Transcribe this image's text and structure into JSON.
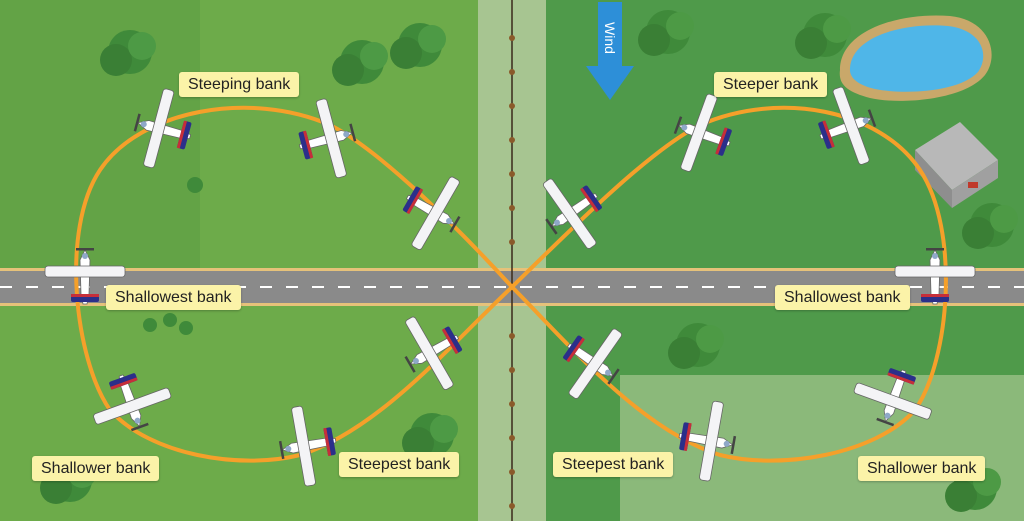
{
  "labels": {
    "steeping_bank": "Steeping bank",
    "steeper_bank": "Steeper bank",
    "shallowest_bank_left": "Shallowest bank",
    "shallowest_bank_right": "Shallowest bank",
    "shallower_bank_left": "Shallower bank",
    "shallower_bank_right": "Shallower bank",
    "steepest_bank_left": "Steepest bank",
    "steepest_bank_right": "Steepest bank"
  },
  "wind": {
    "label": "Wind"
  },
  "colors": {
    "field_left": "#6dab4a",
    "field_right": "#4f9a4a",
    "road": "#8a8a8a",
    "path": "#f5a02a",
    "label_bg": "#fbf3a8",
    "wind_arrow": "#2d8fd8",
    "pond": "#4fb6e8",
    "plane_accent": "#2b2f8a"
  },
  "icons": [
    "airplane-icon",
    "wind-arrow-icon",
    "tree-icon",
    "pond-icon",
    "house-icon"
  ]
}
